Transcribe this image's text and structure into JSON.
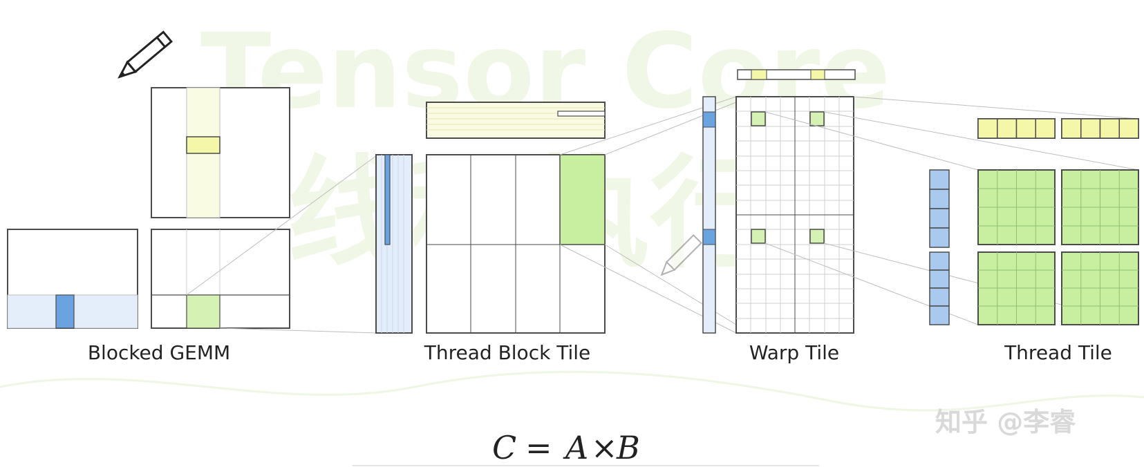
{
  "watermark_title": "Tensor Core",
  "watermark_subtitle": "线程执行",
  "labels": {
    "blocked_gemm": "Blocked GEMM",
    "thread_block_tile": "Thread Block Tile",
    "warp_tile": "Warp Tile",
    "thread_tile": "Thread Tile"
  },
  "formula": {
    "lhs": "C",
    "eq": "=",
    "a": "A",
    "times": "×",
    "b": "B"
  },
  "credit": "知乎 @李睿",
  "colors": {
    "outline": "#4a4a4a",
    "blue_fill": "#e3eefa",
    "blue_strong": "#6aa3e0",
    "yellow": "#f4f6a8",
    "yellow_light": "#fafbe3",
    "green": "#d6f1b4",
    "green_strong": "#c8eea0",
    "grid_light": "#cfcfcf",
    "watermark": "#e8f3d6"
  },
  "icons": [
    "pencil-icon",
    "pencil-icon"
  ]
}
